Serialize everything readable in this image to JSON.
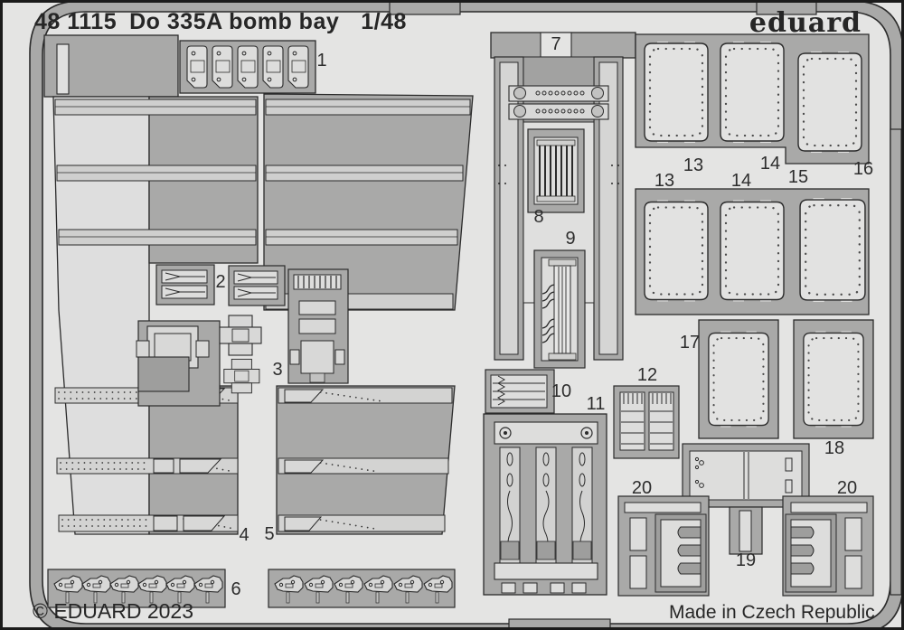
{
  "header": {
    "catalog_number": "48 1115",
    "title": "Do 335A bomb bay",
    "scale": "1/48",
    "brand": "eduard"
  },
  "footer": {
    "copyright": "© EDUARD 2023",
    "origin": "Made in Czech Republic"
  },
  "colors": {
    "background": "#e4e4e3",
    "fret_gray": "#a9a9a8",
    "etched_light": "#dddddc",
    "detail_mid": "#cbcbca",
    "outline": "#2b2b2b"
  },
  "labels": [
    "1",
    "2",
    "3",
    "4",
    "5",
    "6",
    "7",
    "8",
    "9",
    "10",
    "11",
    "12",
    "13",
    "14",
    "16",
    "13",
    "14",
    "15",
    "17",
    "18",
    "19",
    "20",
    "20"
  ]
}
